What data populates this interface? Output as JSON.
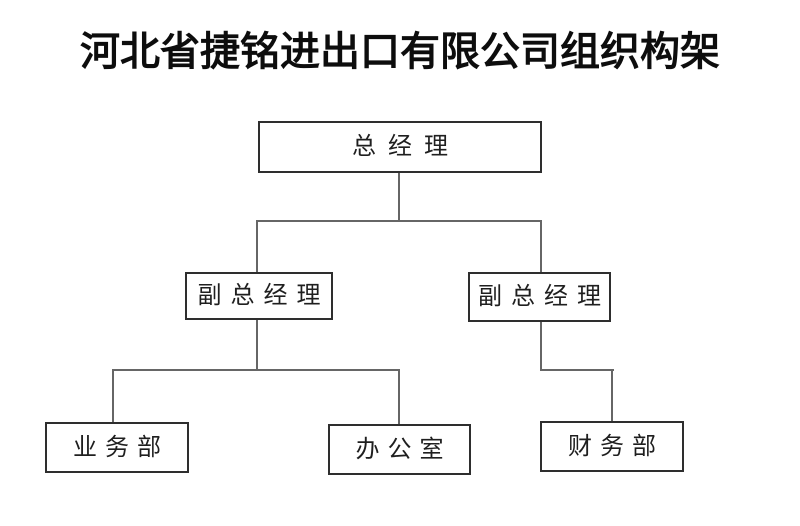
{
  "page": {
    "title": "河北省捷铭进出口有限公司组织构架"
  },
  "chart": {
    "type": "org-chart",
    "nodes": [
      {
        "id": "general-manager",
        "label": "总经理",
        "level": 1
      },
      {
        "id": "deputy-general-manager-1",
        "label": "副总经理",
        "level": 2
      },
      {
        "id": "deputy-general-manager-2",
        "label": "副总经理",
        "level": 2
      },
      {
        "id": "business-department",
        "label": "业务部",
        "level": 3
      },
      {
        "id": "general-office",
        "label": "办公室",
        "level": 3
      },
      {
        "id": "finance-department",
        "label": "财务部",
        "level": 3
      }
    ],
    "edges": [
      {
        "from": "general-manager",
        "to": "deputy-general-manager-1"
      },
      {
        "from": "general-manager",
        "to": "deputy-general-manager-2"
      },
      {
        "from": "deputy-general-manager-1",
        "to": "business-department"
      },
      {
        "from": "deputy-general-manager-1",
        "to": "general-office"
      },
      {
        "from": "deputy-general-manager-2",
        "to": "finance-department"
      }
    ],
    "colors": {
      "background": "#ffffff",
      "box_border": "#2e2e2e",
      "connector_line": "#666666",
      "text": "#1f1f1f"
    }
  }
}
